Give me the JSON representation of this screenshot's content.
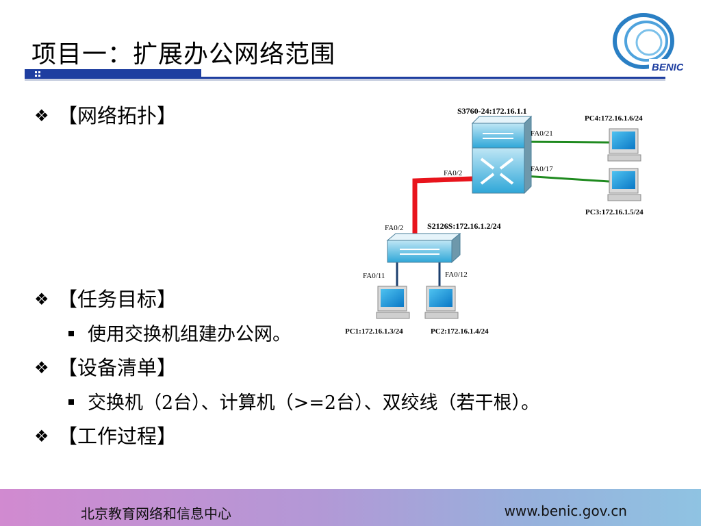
{
  "slide": {
    "title": "项目一：扩展办公网络范围",
    "logo_text": "BENIC"
  },
  "bullets": [
    {
      "text": "【网络拓扑】"
    },
    {
      "text": "【任务目标】",
      "sub": "使用交换机组建办公网。"
    },
    {
      "text": "【设备清单】",
      "sub": "交换机（2台）、计算机（>=2台）、双绞线（若干根）。"
    },
    {
      "text": "【工作过程】"
    }
  ],
  "topology": {
    "core_switch": "S3760-24:172.16.1.1",
    "access_switch": "S2126S:172.16.1.2/24",
    "pc1": "PC1:172.16.1.3/24",
    "pc2": "PC2:172.16.1.4/24",
    "pc3": "PC3:172.16.1.5/24",
    "pc4": "PC4:172.16.1.6/24",
    "port_core_pc4": "FA0/21",
    "port_core_pc3": "FA0/17",
    "port_core_uplink": "FA0/2",
    "port_access_uplink": "FA0/2",
    "port_access_pc1": "FA0/11",
    "port_access_pc2": "FA0/12",
    "colors": {
      "uplink": "#e8141c",
      "core_links": "#1f8a1f",
      "access_links": "#1b3f6e"
    }
  },
  "footer": {
    "org": "北京教育网络和信息中心",
    "url": "www.benic.gov.cn"
  }
}
